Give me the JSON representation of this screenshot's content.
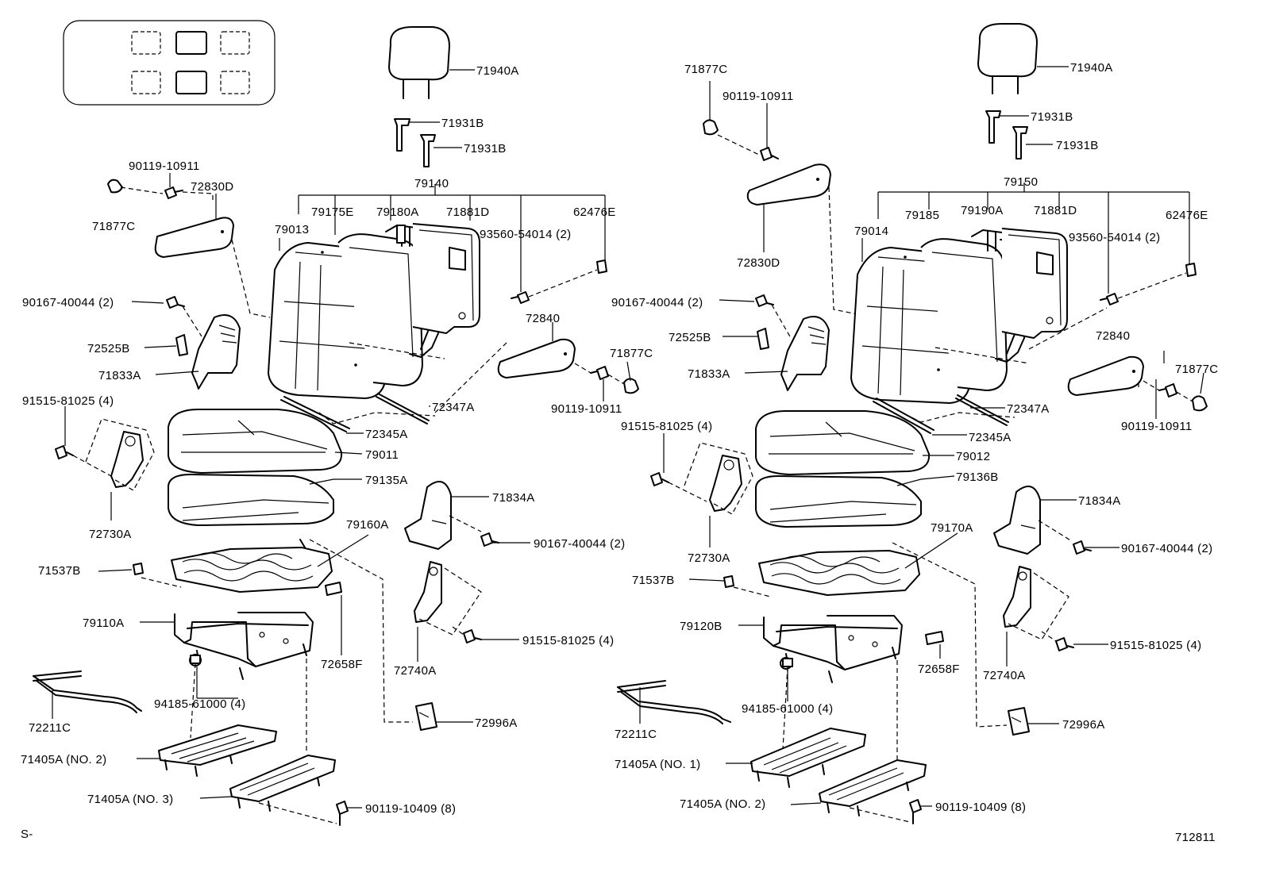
{
  "labels": {
    "l_71940a": "71940A",
    "l_71931b_1": "71931B",
    "l_71931b_2": "71931B",
    "l_90119_10911_a": "90119-10911",
    "l_72830d_a": "72830D",
    "l_71877c_a": "71877C",
    "l_79140": "79140",
    "l_79013": "79013",
    "l_79175e": "79175E",
    "l_79180a": "79180A",
    "l_71881d_a": "71881D",
    "l_62476e_a": "62476E",
    "l_93560_a": "93560-54014 (2)",
    "l_90167_a": "90167-40044 (2)",
    "l_72525b_a": "72525B",
    "l_71833a_a": "71833A",
    "l_91515_a": "91515-81025 (4)",
    "l_72347a_a": "72347A",
    "l_72345a_a": "72345A",
    "l_79011": "79011",
    "l_79135a": "79135A",
    "l_72730a_a": "72730A",
    "l_71834a_a": "71834A",
    "l_79160a": "79160A",
    "l_90167_b": "90167-40044 (2)",
    "l_71537b_a": "71537B",
    "l_79110a": "79110A",
    "l_72740a_a": "72740A",
    "l_91515_b": "91515-81025 (4)",
    "l_72658f_a": "72658F",
    "l_94185_a": "94185-61000 (4)",
    "l_72211c_a": "72211C",
    "l_72996a_a": "72996A",
    "l_71405a_no2_a": "71405A (NO. 2)",
    "l_71405a_no3": "71405A (NO. 3)",
    "l_90119_10409_a": "90119-10409 (8)",
    "l_s": "S-",
    "l_72840_a": "72840",
    "l_71877c_b": "71877C",
    "l_90119_10911_b": "90119-10911",
    "l_71877c_c": "71877C",
    "l_90119_10911_c": "90119-10911",
    "l_72830d_b": "72830D",
    "l_90167_c": "90167-40044 (2)",
    "l_72525b_b": "72525B",
    "l_71833a_b": "71833A",
    "l_91515_c": "91515-81025 (4)",
    "l_72730a_b": "72730A",
    "l_71537b_b": "71537B",
    "l_79120b": "79120B",
    "l_94185_b": "94185-61000 (4)",
    "l_72211c_b": "72211C",
    "l_71405a_no1": "71405A (NO. 1)",
    "l_71405a_no2_b": "71405A (NO. 2)",
    "l_71940a_b": "71940A",
    "l_71931b_3": "71931B",
    "l_71931b_4": "71931B",
    "l_79150": "79150",
    "l_79014": "79014",
    "l_79185": "79185",
    "l_79190a": "79190A",
    "l_71881d_b": "71881D",
    "l_62476e_b": "62476E",
    "l_93560_b": "93560-54014 (2)",
    "l_72840_b": "72840",
    "l_71877c_d": "71877C",
    "l_90119_10911_d": "90119-10911",
    "l_72347a_b": "72347A",
    "l_72345a_b": "72345A",
    "l_79012": "79012",
    "l_79136b": "79136B",
    "l_71834a_b": "71834A",
    "l_79170a": "79170A",
    "l_90167_d": "90167-40044 (2)",
    "l_72740a_b": "72740A",
    "l_91515_d": "91515-81025 (4)",
    "l_72658f_b": "72658F",
    "l_72996a_b": "72996A",
    "l_90119_10409_b": "90119-10409 (8)",
    "l_712811": "712811"
  }
}
